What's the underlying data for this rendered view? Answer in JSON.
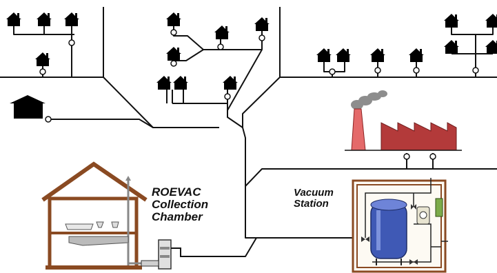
{
  "labels": {
    "chamber": [
      "ROEVAC",
      "Collection",
      "Chamber"
    ],
    "station": [
      "Vacuum",
      "Station"
    ]
  },
  "icons": {
    "house": "house-icon",
    "large_house": "large-house-icon",
    "factory": "factory-icon",
    "building_cutaway": "house-cutaway-icon",
    "vacuum_tank": "vacuum-tank-icon",
    "valve_junction": "junction-valve-icon"
  },
  "colors": {
    "pipe": "#111111",
    "house": "#000000",
    "factory_roof": "#b33a3a",
    "factory_chimney": "#e46a6a",
    "smoke": "#7a7a7a",
    "wood_frame": "#8a4a22",
    "tank": "#3f59b5",
    "tank_highlight": "#8da0e6",
    "building_wall": "#d9d1b8"
  }
}
